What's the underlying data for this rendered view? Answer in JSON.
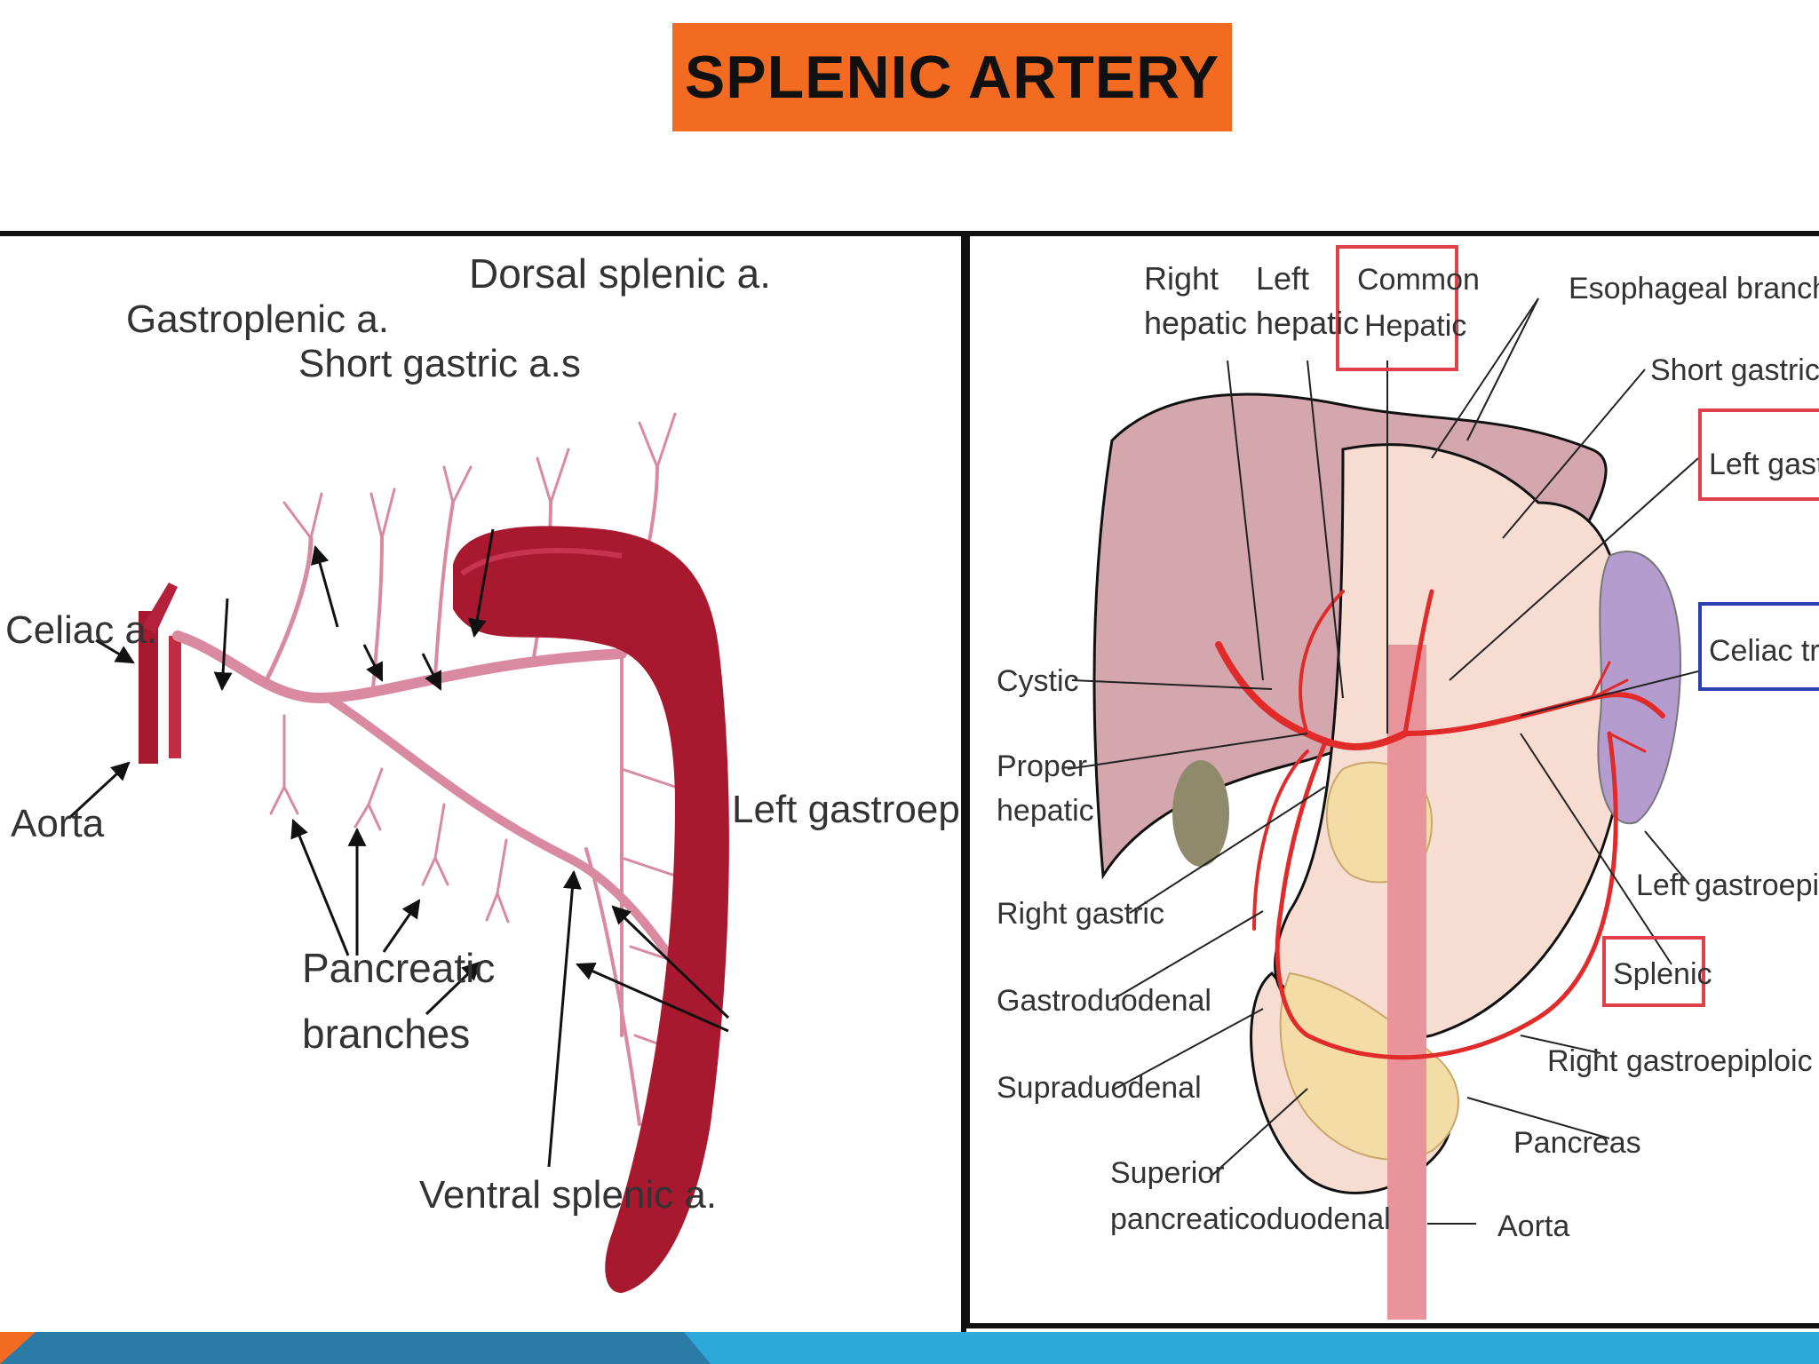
{
  "title": "SPLENIC ARTERY",
  "left_diagram": {
    "labels": {
      "dorsal_splenic": "Dorsal splenic a.",
      "gastroplenic": "Gastroplenic a.",
      "short_gastric": "Short gastric a.s",
      "celiac": "Celiac a.",
      "aorta": "Aorta",
      "left_gastroepiploic": "Left gastroepiploic a.",
      "pancreatic_1": "Pancreatic",
      "pancreatic_2": "branches",
      "ventral_splenic": "Ventral splenic a."
    }
  },
  "right_diagram": {
    "labels": {
      "right_hepatic_1": "Right",
      "right_hepatic_2": "hepatic",
      "left_hepatic_1": "Left",
      "left_hepatic_2": "hepatic",
      "common_hepatic_1": "Common",
      "common_hepatic_2": "Hepatic",
      "esophageal": "Esophageal branches",
      "short_gastric": "Short gastric",
      "left_gastric": "Left gastric",
      "celiac_trunk": "Celiac trunk",
      "cystic": "Cystic",
      "proper_hepatic_1": "Proper",
      "proper_hepatic_2": "hepatic",
      "right_gastric": "Right gastric",
      "gastroduodenal": "Gastroduodenal",
      "supraduodenal": "Supraduodenal",
      "superior_pd_1": "Superior",
      "superior_pd_2": "pancreaticoduodenal",
      "left_gastroepiploic": "Left gastroepiploic",
      "splenic": "Splenic",
      "right_gastroepiploic": "Right gastroepiploic",
      "pancreas": "Pancreas",
      "aorta": "Aorta"
    }
  },
  "colors": {
    "title_bg": "#f26b21",
    "artery": "#d98aa0",
    "spleen": "#a8182e",
    "highlight_red": "#e0404a",
    "highlight_blue": "#2a3fae",
    "band_blue": "#2ea8d8"
  }
}
